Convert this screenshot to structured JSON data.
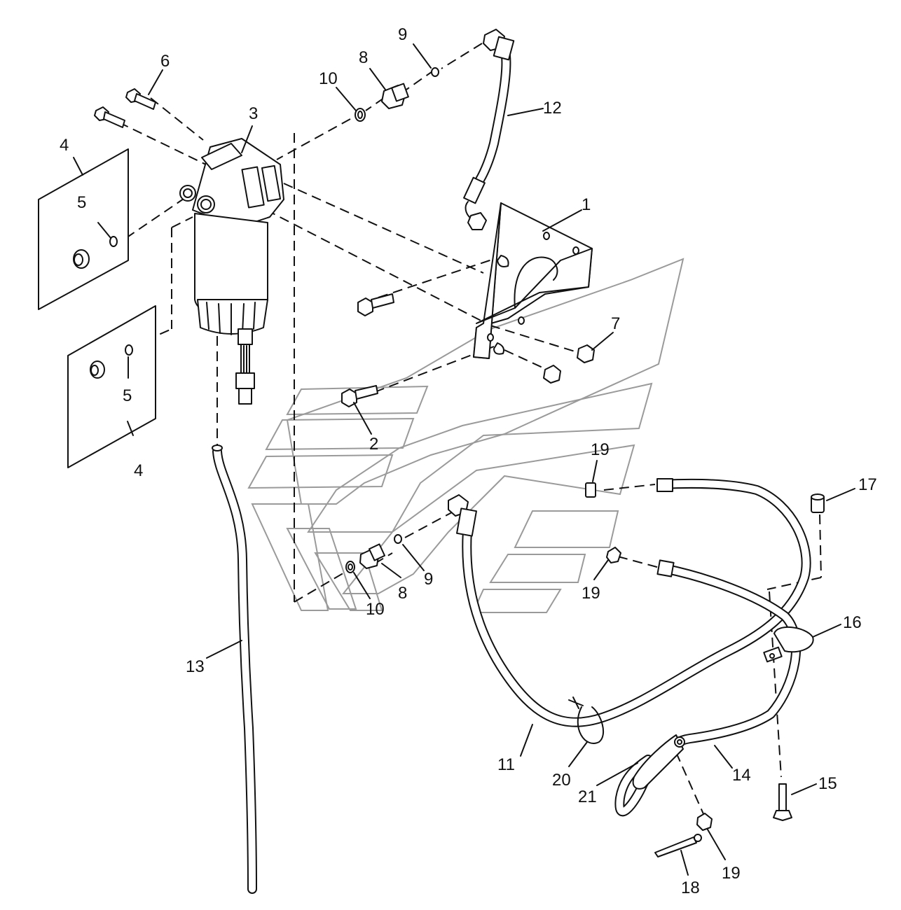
{
  "labels": {
    "l1": "1",
    "l2": "2",
    "l3": "3",
    "l4a": "4",
    "l4b": "4",
    "l5a": "5",
    "l5b": "5",
    "l6": "6",
    "l7": "7",
    "l8a": "8",
    "l8b": "8",
    "l9a": "9",
    "l9b": "9",
    "l10a": "10",
    "l10b": "10",
    "l11": "11",
    "l12": "12",
    "l13": "13",
    "l14": "14",
    "l15": "15",
    "l16": "16",
    "l17": "17",
    "l18": "18",
    "l19a": "19",
    "l19b": "19",
    "l19c": "19",
    "l20": "20",
    "l21": "21"
  }
}
